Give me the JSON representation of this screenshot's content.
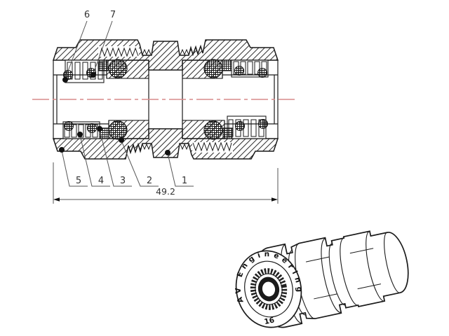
{
  "page": {
    "background": "#ffffff",
    "description": "Technical drawing: cross-section of a push-fit tube coupling with numbered part callouts, overall dimension, and a 3D line rendering"
  },
  "colors": {
    "line": "#1a1a1a",
    "leader": "#555555",
    "centerline": "#d98c8c",
    "text": "#333333"
  },
  "section_view": {
    "callouts": {
      "c1": "1",
      "c2": "2",
      "c3": "3",
      "c4": "4",
      "c5": "5",
      "c6": "6",
      "c7": "7"
    },
    "dimension_label": "49.2"
  },
  "iso_view": {
    "brand": "AV Engineering",
    "size": "16"
  }
}
